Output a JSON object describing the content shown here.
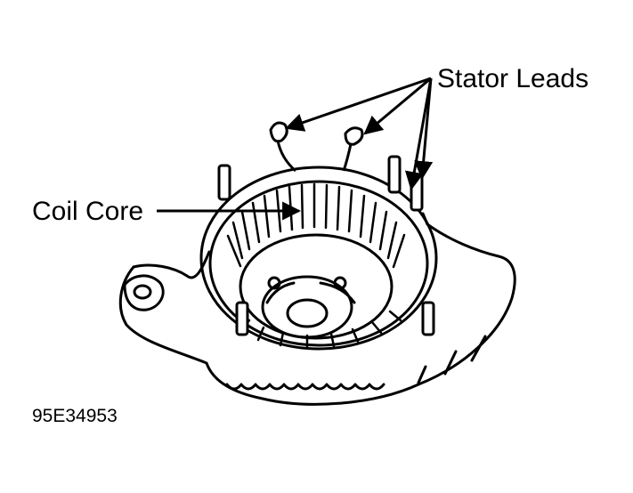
{
  "labels": {
    "stator_leads": "Stator Leads",
    "coil_core": "Coil Core",
    "figure_id": "95E34953"
  },
  "colors": {
    "ink": "#000000",
    "paper": "#ffffff"
  }
}
